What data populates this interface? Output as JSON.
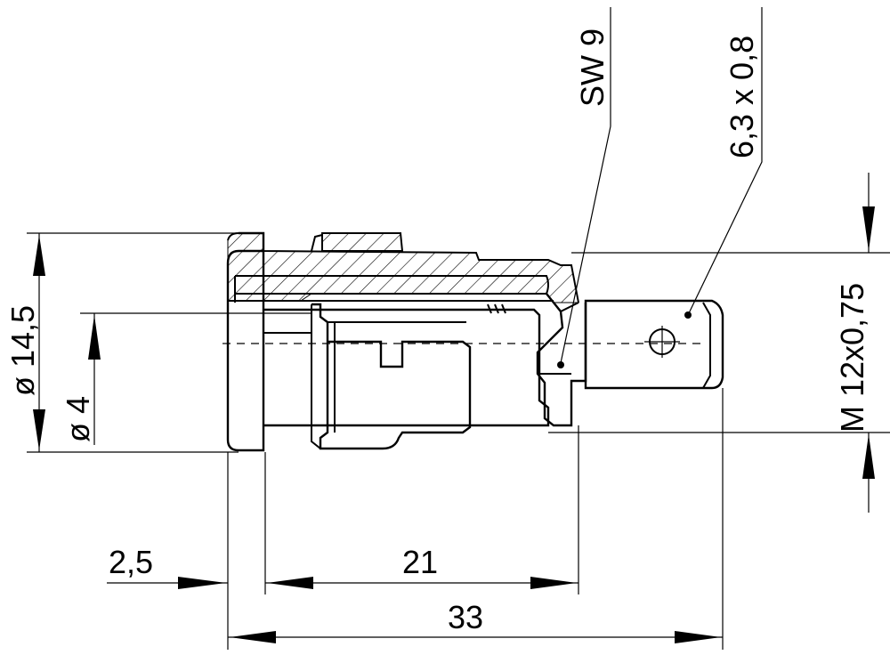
{
  "dimensions": {
    "dia_outer": "ø 14,5",
    "dia_inner": "ø 4",
    "thread": "M 12x0,75",
    "wrench": "SW 9",
    "tab": "6,3 x 0,8",
    "len_flange": "2,5",
    "len_body": "21",
    "len_total": "33"
  }
}
